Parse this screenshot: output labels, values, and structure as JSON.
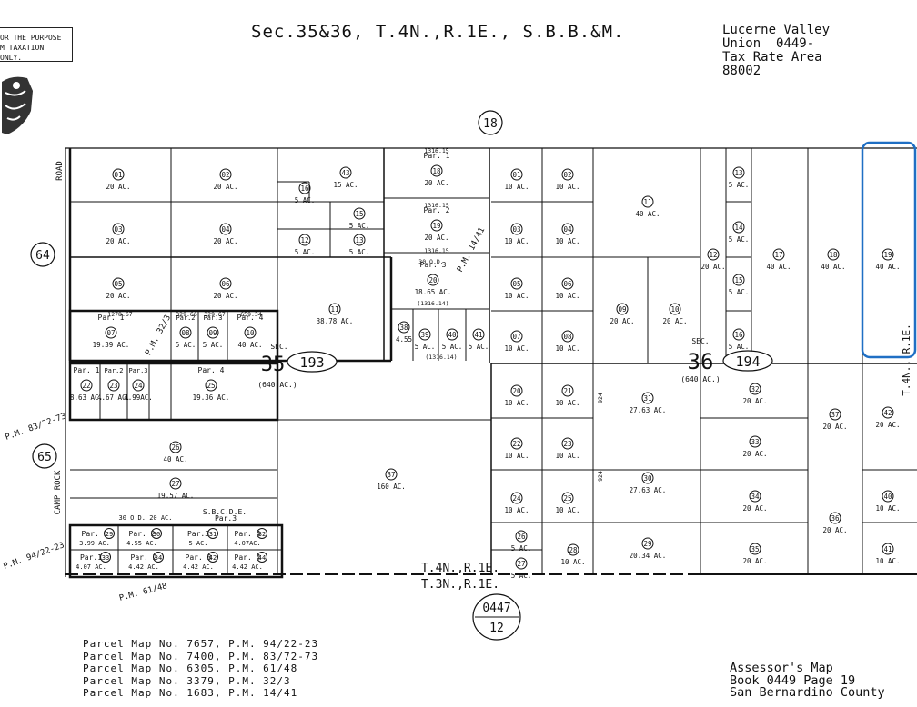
{
  "header": {
    "note_lines": [
      "OR THE PURPOSE",
      "M TAXATION ONLY."
    ],
    "title": "Sec.35&36, T.4N.,R.1E., S.B.B.&M.",
    "tax_district": "Lucerne Valley Union",
    "book_ref": "0449-",
    "tax_rate_label": "Tax Rate Area",
    "tax_rate_number": "88002"
  },
  "map": {
    "road_label": "ROAD",
    "camp_rock_label": "CAMP ROCK",
    "section_35": "35",
    "section_36": "36",
    "sec_label": "SEC.",
    "section_35_area": "(640 AC.)",
    "section_36_area": "(640 AC.)",
    "page_circles": [
      "18",
      "64",
      "65"
    ],
    "page_193": "193",
    "page_194": "194",
    "township_upper": "T.4N.,R.1E.",
    "township_lower": "T.3N.,R.1E.",
    "right_edge_label": "T.4N., R.1E.",
    "pm_labels": [
      "P.M. 32/3",
      "P.M. 14/41",
      "P.M. 83/72-73",
      "P.M. 94/22-23",
      "P.M. 61/48"
    ],
    "sbcde_label": "S.B.C.D.E.",
    "par3_label": "Par.3",
    "page_box": {
      "book": "0447",
      "page": "12"
    },
    "highlight_color": "#1f6fc4",
    "parcels": [
      {
        "num": "01",
        "area": "20 AC."
      },
      {
        "num": "02",
        "area": "20 AC."
      },
      {
        "num": "03",
        "area": "20 AC."
      },
      {
        "num": "04",
        "area": "20 AC."
      },
      {
        "num": "05",
        "area": "20 AC."
      },
      {
        "num": "06",
        "area": "20 AC."
      },
      {
        "num": "07",
        "area": "19.39 AC.",
        "par": "Par. 1"
      },
      {
        "num": "08",
        "area": "5 AC.",
        "par": "Par.2"
      },
      {
        "num": "09",
        "area": "5 AC.",
        "par": "Par.3"
      },
      {
        "num": "10",
        "area": "40 AC.",
        "par": "Par. 4"
      },
      {
        "num": "11",
        "area": "38.78 AC."
      },
      {
        "num": "16",
        "area": "5 AC."
      },
      {
        "num": "43",
        "area": "15 AC."
      },
      {
        "num": "15",
        "area": "5 AC."
      },
      {
        "num": "12",
        "area": "5 AC."
      },
      {
        "num": "13",
        "area": "5 AC."
      },
      {
        "num": "18",
        "area": "20 AC.",
        "par": "Par. 1"
      },
      {
        "num": "19",
        "area": "20 AC.",
        "par": "Par. 2"
      },
      {
        "num": "20",
        "area": "18.65 AC.",
        "par": "Par. 3"
      },
      {
        "num": "38",
        "area": "4.55"
      },
      {
        "num": "39",
        "area": "5 AC."
      },
      {
        "num": "40",
        "area": "5 AC."
      },
      {
        "num": "41",
        "area": "5 AC."
      },
      {
        "num": "22",
        "area": "8.63 AC.",
        "par": "Par. 1"
      },
      {
        "num": "23",
        "area": "4.67 AC.",
        "par": "Par.2"
      },
      {
        "num": "24",
        "area": "4.99AC.",
        "par": "Par.3"
      },
      {
        "num": "25",
        "area": "19.36 AC.",
        "par": "Par. 4"
      },
      {
        "num": "26",
        "area": "40 AC."
      },
      {
        "num": "27",
        "area": "19.57 AC."
      },
      {
        "num": "37",
        "area": "160 AC."
      }
    ],
    "sec36_parcels": [
      {
        "num": "01",
        "area": "10 AC."
      },
      {
        "num": "02",
        "area": "10 AC."
      },
      {
        "num": "03",
        "area": "10 AC."
      },
      {
        "num": "04",
        "area": "10 AC."
      },
      {
        "num": "05",
        "area": "10 AC."
      },
      {
        "num": "06",
        "area": "10 AC."
      },
      {
        "num": "07",
        "area": "10 AC."
      },
      {
        "num": "08",
        "area": "10 AC."
      },
      {
        "num": "11",
        "area": "40 AC."
      },
      {
        "num": "09",
        "area": "20 AC."
      },
      {
        "num": "10",
        "area": "20 AC."
      },
      {
        "num": "12",
        "area": "20 AC."
      },
      {
        "num": "13",
        "area": "5 AC."
      },
      {
        "num": "14",
        "area": "5 AC."
      },
      {
        "num": "15",
        "area": "5 AC."
      },
      {
        "num": "16",
        "area": "5 AC."
      },
      {
        "num": "17",
        "area": "40 AC."
      },
      {
        "num": "18",
        "area": "40 AC."
      },
      {
        "num": "19",
        "area": "40 AC."
      },
      {
        "num": "20",
        "area": "10 AC."
      },
      {
        "num": "21",
        "area": "10 AC."
      },
      {
        "num": "22",
        "area": "10 AC."
      },
      {
        "num": "23",
        "area": "10 AC."
      },
      {
        "num": "24",
        "area": "10 AC."
      },
      {
        "num": "25",
        "area": "10 AC."
      },
      {
        "num": "26",
        "area": "5 AC."
      },
      {
        "num": "27",
        "area": "5 AC."
      },
      {
        "num": "28",
        "area": "10 AC."
      },
      {
        "num": "29",
        "area": "20.34 AC."
      },
      {
        "num": "30",
        "area": "27.63 AC."
      },
      {
        "num": "31",
        "area": "27.63 AC."
      },
      {
        "num": "32",
        "area": "20 AC."
      },
      {
        "num": "33",
        "area": "20 AC."
      },
      {
        "num": "34",
        "area": "20 AC."
      },
      {
        "num": "35",
        "area": "20 AC."
      },
      {
        "num": "36",
        "area": "20 AC."
      },
      {
        "num": "37",
        "area": "20 AC."
      },
      {
        "num": "40",
        "area": "10 AC."
      },
      {
        "num": "41",
        "area": "10 AC."
      },
      {
        "num": "42",
        "area": "20 AC."
      }
    ],
    "bottom_parcels": [
      {
        "num": "29",
        "area": "3.99 AC.",
        "par": "Par. 1"
      },
      {
        "num": "30",
        "area": "4.55 AC.",
        "par": "Par. 2"
      },
      {
        "num": "31",
        "area": "5 AC.",
        "par": "Par.3"
      },
      {
        "num": "32",
        "area": "4.07AC.",
        "par": "Par. 4"
      },
      {
        "num": "33",
        "area": "4.07 AC.",
        "par": "Par.1"
      },
      {
        "num": "34",
        "area": "4.42 AC.",
        "par": "Par. 2"
      },
      {
        "num": "42",
        "area": "4.42 AC.",
        "par": "Par. 3"
      },
      {
        "num": "44",
        "area": "4.42 AC.",
        "par": "Par. 4"
      }
    ],
    "small_numbers": [
      "1316.15",
      "1316.15",
      "1316.15",
      "1278.67",
      "329.66",
      "329.67",
      "659.34",
      "30 O.D.",
      "(1316.14)",
      "(1316.14)",
      "30 O.D. 20 AC.",
      "924",
      "924"
    ]
  },
  "parcel_maps": [
    "Parcel Map No. 7657, P.M. 94/22-23",
    "Parcel Map No. 7400, P.M. 83/72-73",
    "Parcel Map No. 6305, P.M. 61/48",
    "Parcel Map No. 3379, P.M. 32/3",
    "Parcel Map No. 1683, P.M. 14/41"
  ],
  "footer": {
    "line1": "Assessor's Map",
    "line2": "Book 0449 Page 19",
    "line3": "San Bernardino County"
  }
}
